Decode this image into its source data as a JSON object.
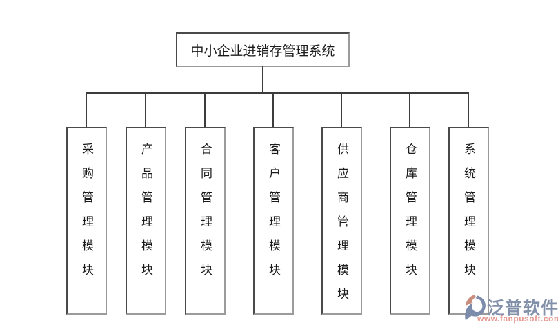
{
  "diagram": {
    "title": "中小企业进销存管理系统",
    "modules": [
      "采购管理模块",
      "产品管理模块",
      "合同管理模块",
      "客户管理模块",
      "供应商管理模块",
      "仓库管理模块",
      "系统管理模块"
    ]
  },
  "watermark": {
    "brand": "泛普软件",
    "url": "www.fanpusoft.com",
    "colors": {
      "brand_text": "#8290aa",
      "url_text": "#e5978f",
      "logo_salmon": "#c88d7c",
      "logo_blue": "#7d8cab"
    }
  },
  "colors": {
    "background": "#ffffff",
    "connector_line": "#3c3c3c",
    "box_border": "#4a4a4a",
    "text": "#1b1b1b"
  }
}
